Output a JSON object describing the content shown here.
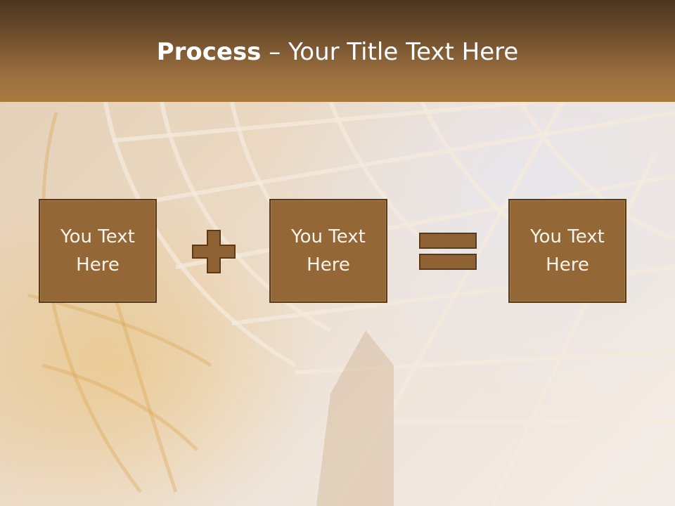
{
  "slide": {
    "title_bold": "Process",
    "title_rest": " – Your Title Text Here"
  },
  "boxes": [
    {
      "text": "You Text Here"
    },
    {
      "text": "You Text Here"
    },
    {
      "text": "You Text Here"
    }
  ],
  "operators": [
    "plus-icon",
    "equals-icon"
  ],
  "colors": {
    "header_dark": "#4b3520",
    "header_light": "#a9793f",
    "box_fill": "#946737",
    "box_border": "#5a3a17",
    "operator_fill": "#8e6232"
  }
}
